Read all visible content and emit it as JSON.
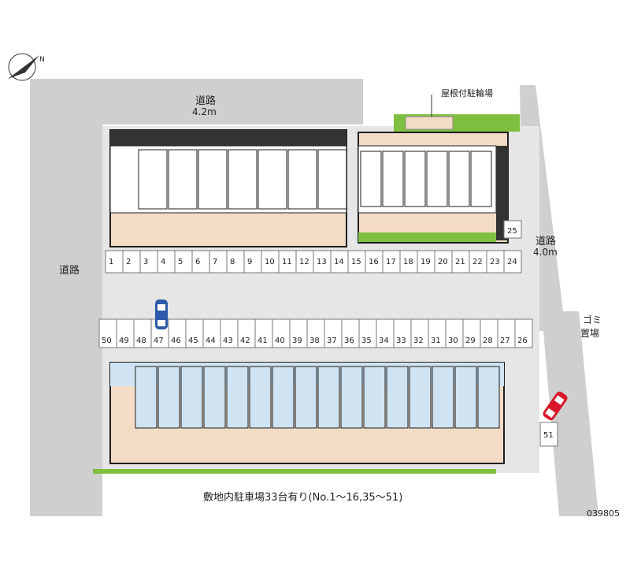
{
  "map": {
    "road_north": {
      "name": "道路",
      "width": "4.2m"
    },
    "road_west": {
      "name": "道路"
    },
    "road_east": {
      "name": "道路",
      "width": "4.0m"
    },
    "bike_parking_label": "屋根付駐輪場",
    "garbage_label": [
      "ゴミ",
      "置場"
    ],
    "caption": "敷地内駐車場33台有り(No.1～16,35～51)",
    "map_code": "039805",
    "compass_letter": "N",
    "colors": {
      "road": "#cfcfcf",
      "lot": "#e6e6e6",
      "building_floor": "#f3dcc6",
      "wall": "#1e1e1e",
      "green": "#7fbf3f",
      "unit_blue": "#cfe3f2",
      "car_blue": "#2c59a8",
      "car_red": "#d8182a"
    },
    "parking": {
      "top_row": [
        "1",
        "2",
        "3",
        "4",
        "5",
        "6",
        "7",
        "8",
        "9",
        "10",
        "11",
        "12",
        "13",
        "14",
        "15",
        "16",
        "17",
        "18",
        "19",
        "20",
        "21",
        "22",
        "23",
        "24"
      ],
      "spot_25": "25",
      "bottom_row": [
        "50",
        "49",
        "48",
        "47",
        "46",
        "45",
        "44",
        "43",
        "42",
        "41",
        "40",
        "39",
        "38",
        "37",
        "36",
        "35",
        "34",
        "33",
        "32",
        "31",
        "30",
        "29",
        "28",
        "27",
        "26"
      ],
      "spot_51": "51"
    }
  }
}
